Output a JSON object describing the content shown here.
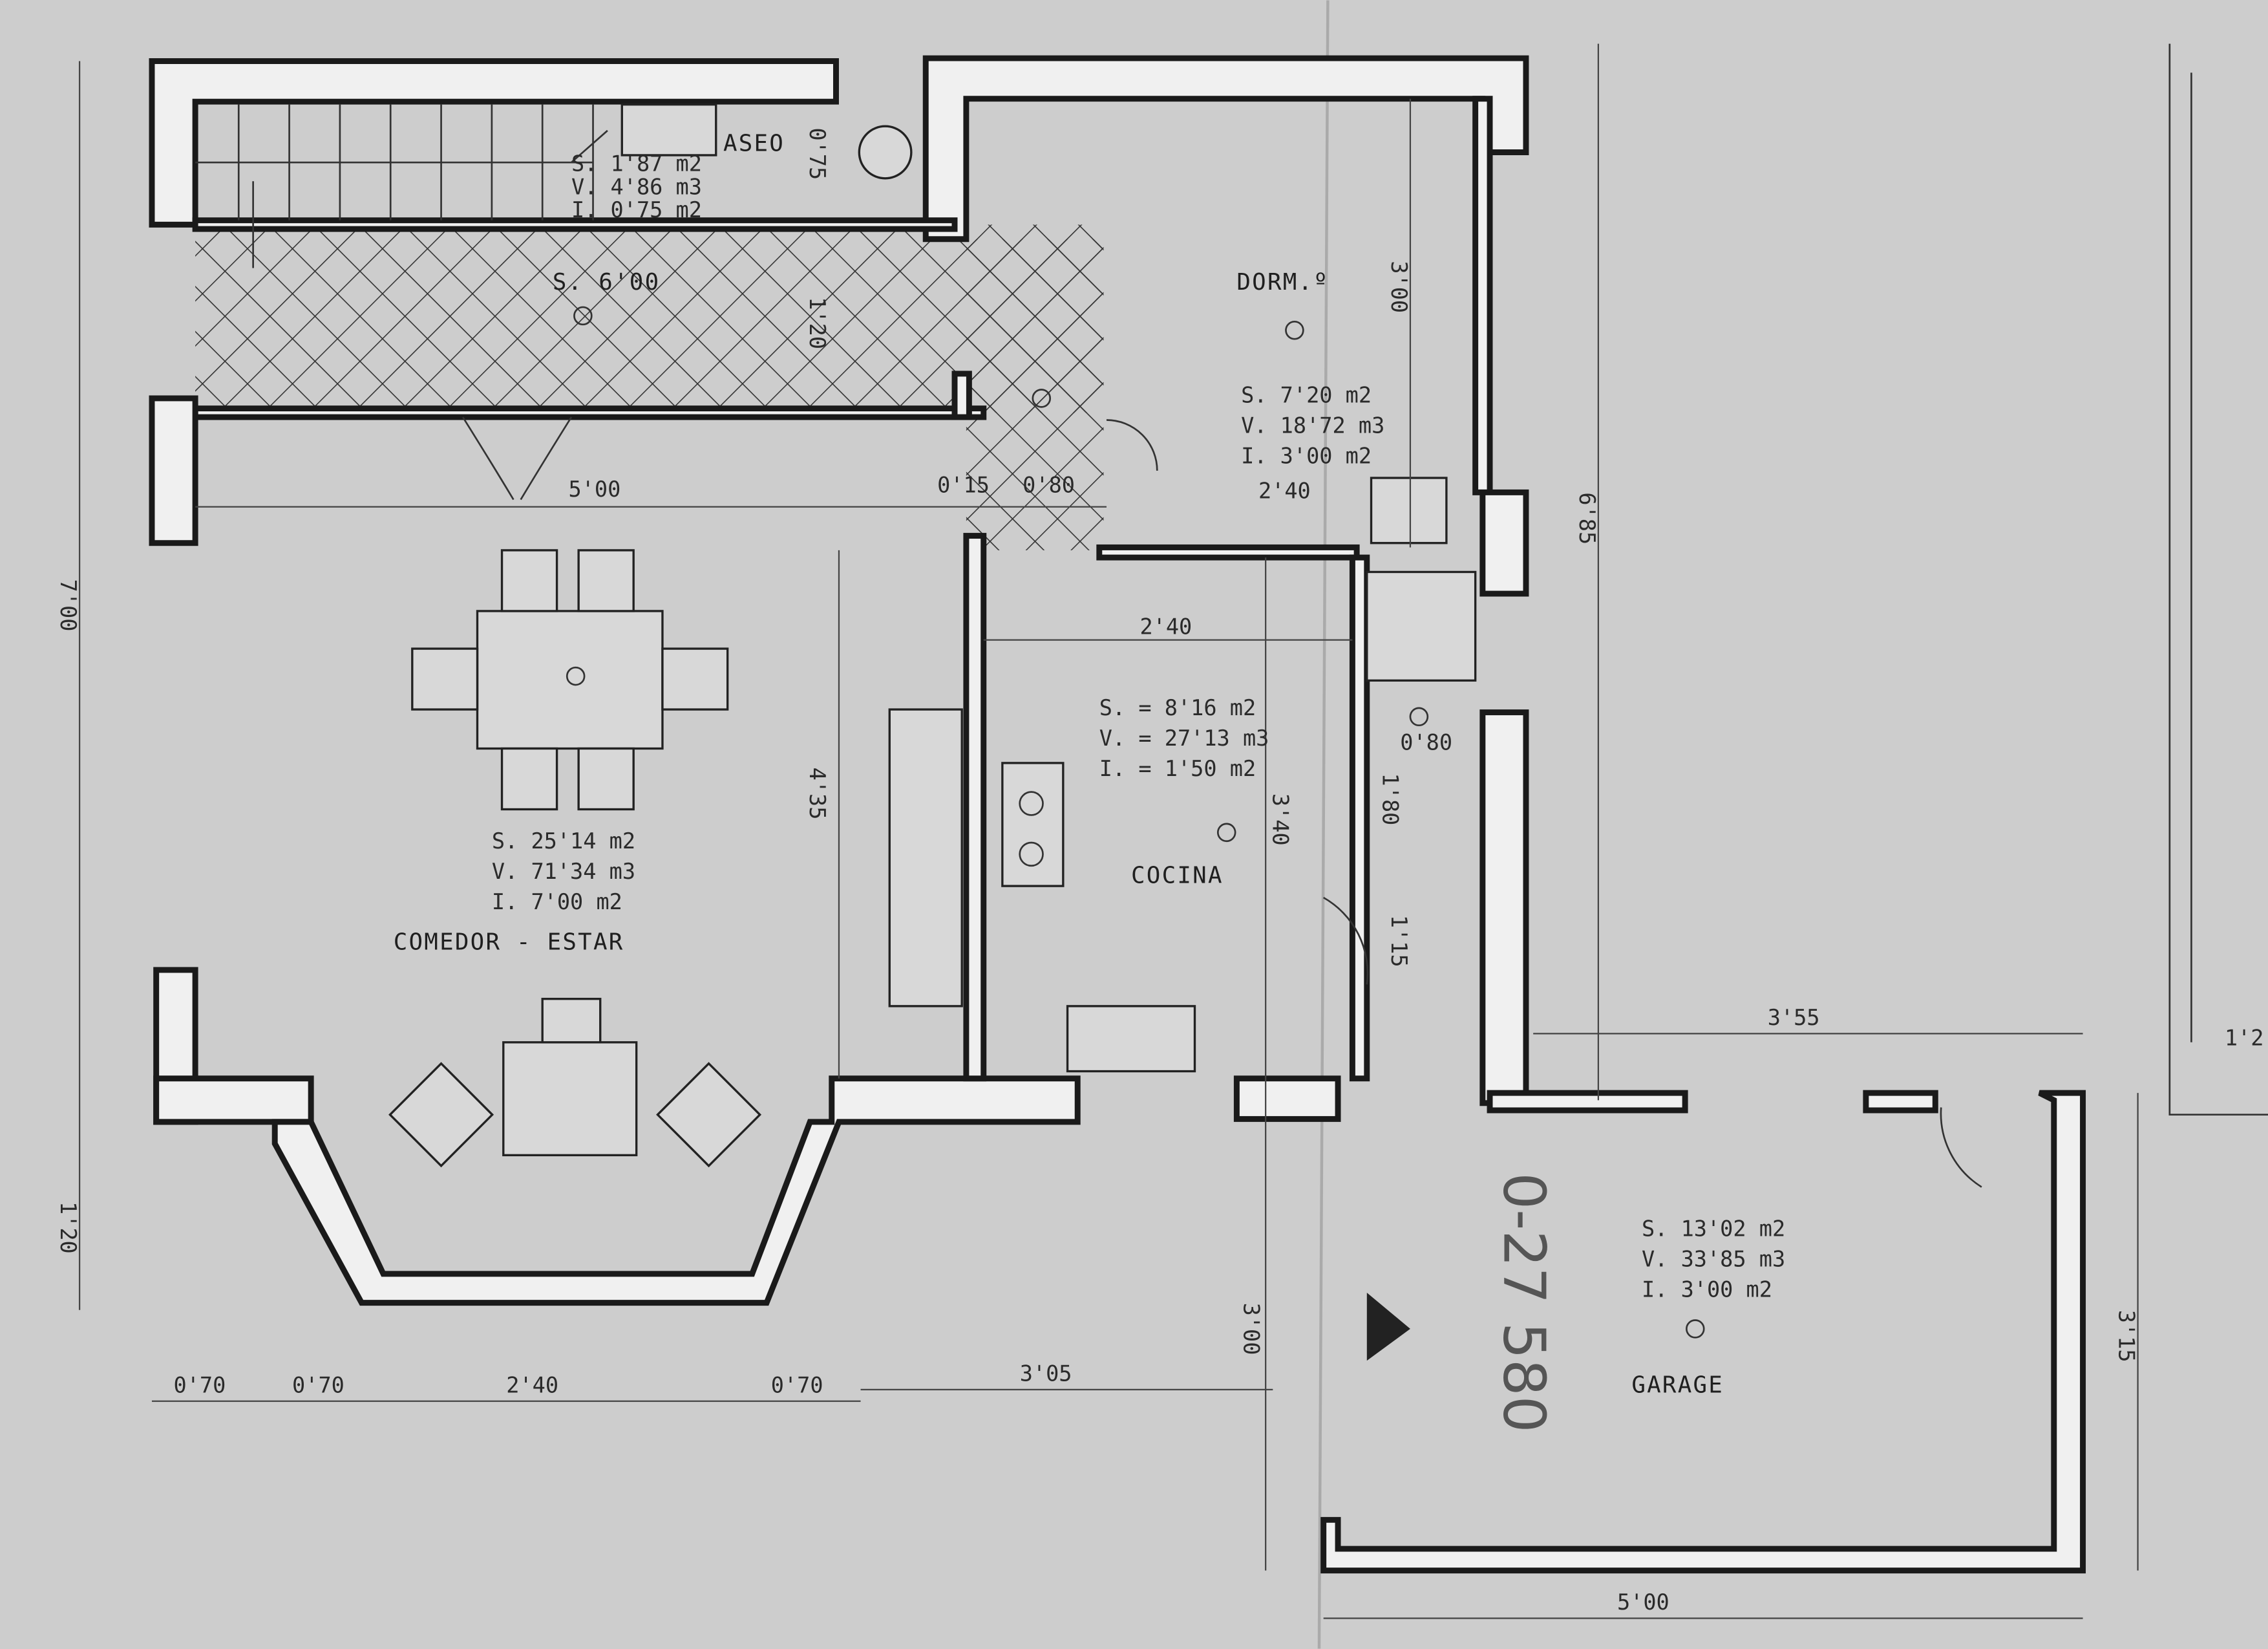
{
  "rooms": {
    "aseo": {
      "name": "ASEO",
      "s": "S. 1'87 m2",
      "v": "V. 4'86 m3",
      "i": "I. 0'75 m2"
    },
    "hall": {
      "s": "S. 6'00"
    },
    "dorm": {
      "name": "DORM.º",
      "s": "S. 7'20 m2",
      "v": "V. 18'72 m3",
      "i": "I. 3'00 m2"
    },
    "comedor": {
      "name": "COMEDOR - ESTAR",
      "s": "S. 25'14 m2",
      "v": "V. 71'34 m3",
      "i": "I. 7'00 m2"
    },
    "cocina": {
      "name": "COCINA",
      "s": "S. = 8'16 m2",
      "v": "V. = 27'13 m3",
      "i": "I. = 1'50 m2"
    },
    "garage": {
      "name": "GARAGE",
      "s": "S. 13'02 m2",
      "v": "V. 33'85 m3",
      "i": "I. 3'00 m2"
    }
  },
  "dimensions": {
    "d_075": "0'75",
    "d_120a": "1'20",
    "d_300a": "3'00",
    "d_500a": "5'00",
    "d_015": "0'15",
    "d_080a": "0'80",
    "d_240a": "2'40",
    "d_685": "6'85",
    "d_700": "7'00",
    "d_240b": "2'40",
    "d_435": "4'35",
    "d_340": "3'40",
    "d_080b": "0'80",
    "d_180": "1'80",
    "d_115": "1'15",
    "d_355": "3'55",
    "d_120b": "1'20",
    "d_070a": "0'70",
    "d_070b": "0'70",
    "d_240c": "2'40",
    "d_070c": "0'70",
    "d_305": "3'05",
    "d_300b": "3'00",
    "d_315": "3'15",
    "d_500b": "5'00",
    "d_12": "1'2"
  },
  "annotation": "0-27 580"
}
